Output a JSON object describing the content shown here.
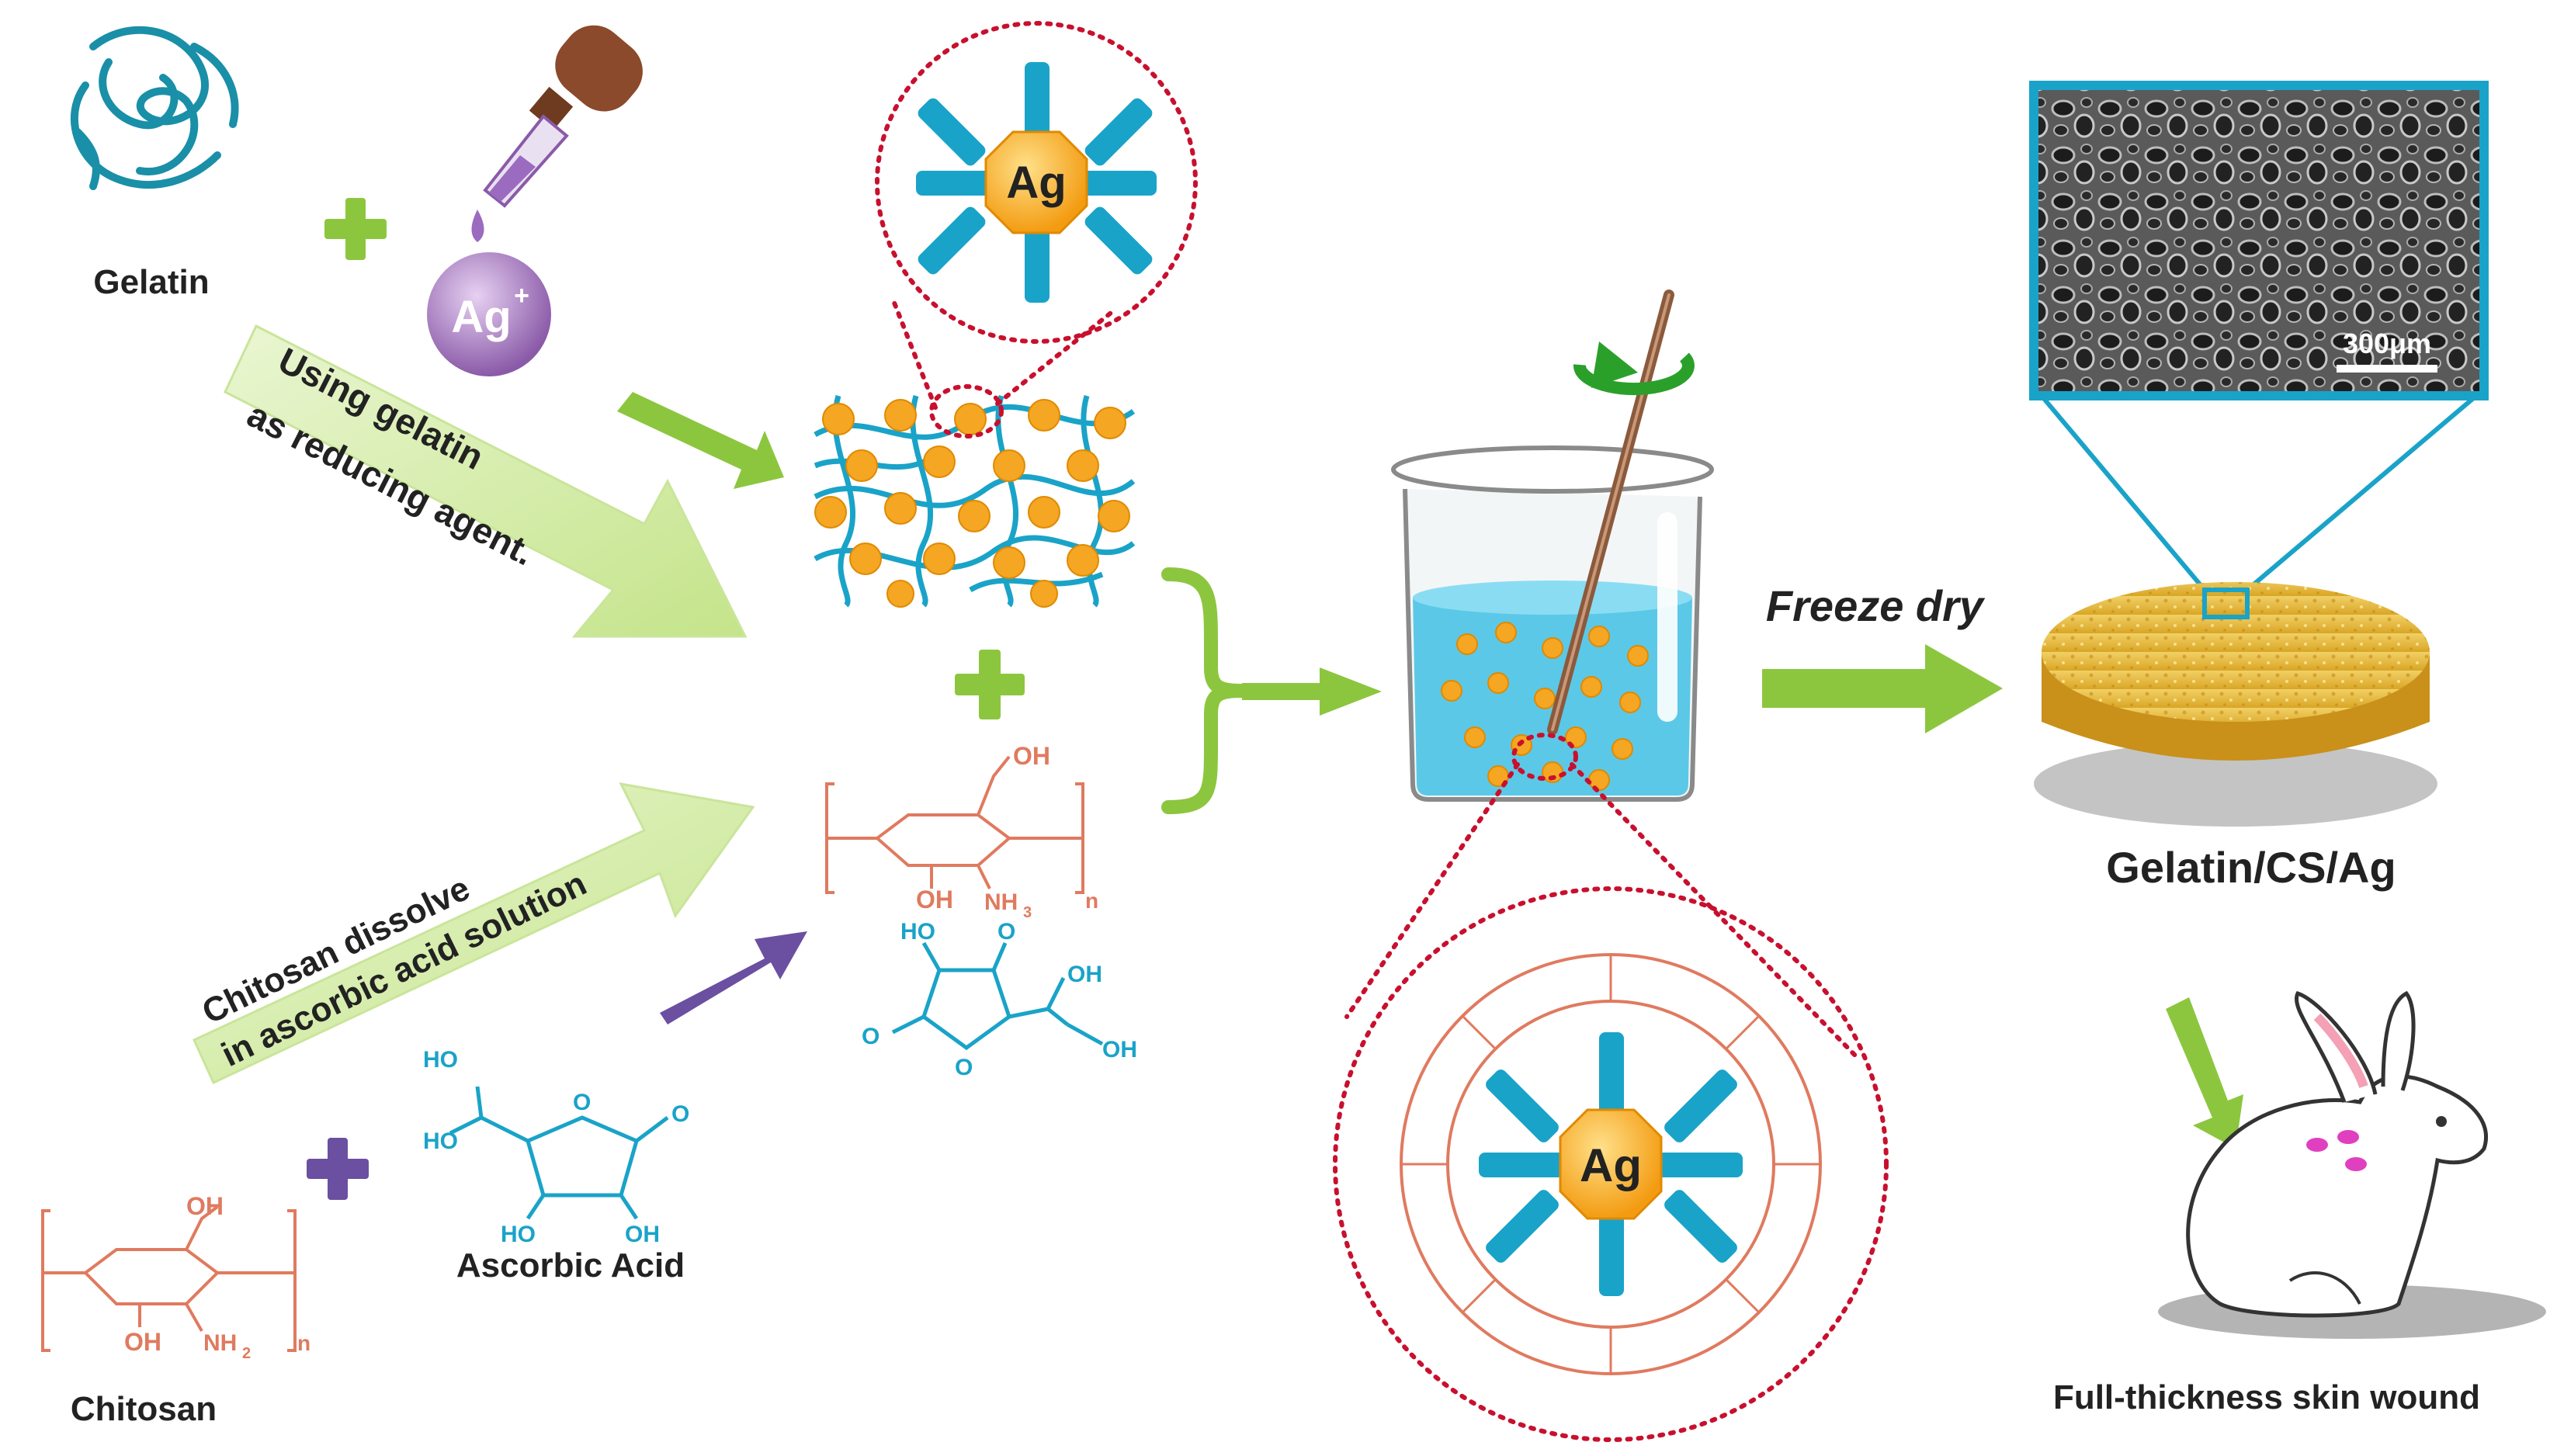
{
  "labels": {
    "gelatin": "Gelatin",
    "ag_ion": "Ag",
    "ag_ion_charge": "+",
    "ag_np": "Ag",
    "reducing_line1": "Using gelatin",
    "reducing_line2": "as reducing agent.",
    "chitosan_line1": "Chitosan dissolve",
    "chitosan_line2": "in ascorbic acid solution",
    "ascorbic_acid": "Ascorbic Acid",
    "chitosan": "Chitosan",
    "freeze_dry": "Freeze dry",
    "scale_bar": "300μm",
    "product": "Gelatin/CS/Ag",
    "wound": "Full-thickness skin wound"
  },
  "chem": {
    "oh": "OH",
    "ho": "HO",
    "nh2": "NH",
    "nh2_sub": "2",
    "nh3": "NH",
    "nh3_sub": "3",
    "n": "n",
    "o": "O"
  },
  "colors": {
    "green_arrow": "#8cc63f",
    "green_light": "#d9edb3",
    "purple": "#6b4fa0",
    "cyan": "#1aa3c8",
    "orange": "#f5a623",
    "chitosan_orange": "#e07a5f",
    "red_dots": "#c8102e",
    "water": "#5bc8e8",
    "scaffold": "#e8c04a"
  },
  "icons": [
    "gelatin-protein-icon",
    "dropper-icon",
    "beaker-icon",
    "rotate-arrow-icon",
    "rabbit-icon",
    "sem-image"
  ]
}
